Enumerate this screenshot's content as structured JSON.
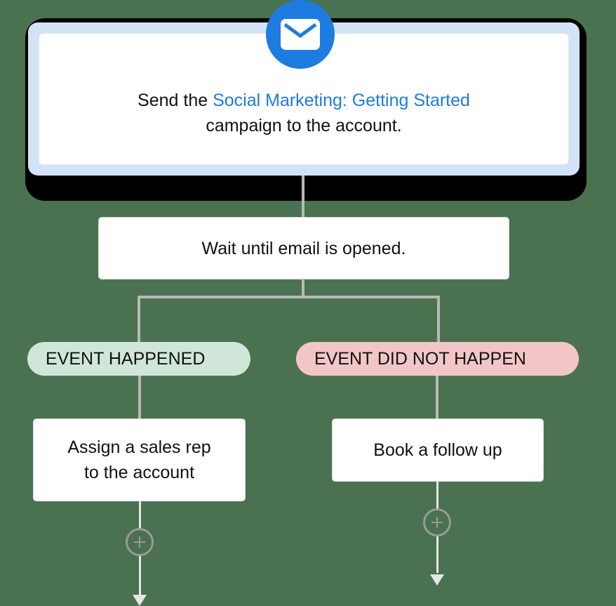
{
  "top_step": {
    "icon": "envelope-icon",
    "prefix": "Send the ",
    "campaign_link": "Social Marketing: Getting Started",
    "suffix": "campaign to the account."
  },
  "wait_step": {
    "label": "Wait until email is opened."
  },
  "branches": [
    {
      "pill_label": "EVENT HAPPENED",
      "pill_color": "#cfe6d8",
      "action": "Assign a sales rep to the account",
      "action_line1": "Assign a sales rep",
      "action_line2": "to the account"
    },
    {
      "pill_label": "EVENT DID NOT HAPPEN",
      "pill_color": "#f2c6c6",
      "action": "Book a follow up"
    }
  ],
  "colors": {
    "background": "#4a7250",
    "accent": "#1e7be0",
    "card_frame": "#d2e3f7",
    "connector": "#b8b8b8"
  }
}
